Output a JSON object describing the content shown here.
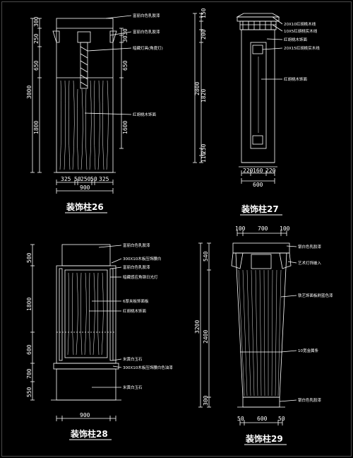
{
  "titles": {
    "p26": "装饰柱26",
    "p27": "装饰柱27",
    "p28": "装饰柱28",
    "p29": "装饰柱29"
  },
  "dims": {
    "p26_left": [
      "300",
      "250",
      "650",
      "3000",
      "1800"
    ],
    "p26_right": [
      "30",
      "30",
      "650",
      "1600"
    ],
    "p26_bottom_segments": [
      "325",
      "50",
      "250",
      "50",
      "325"
    ],
    "p26_bottom_total": "900",
    "p27_left": [
      "150",
      "200",
      "2800",
      "1820",
      "250",
      "110"
    ],
    "p27_bottom_segments": [
      "220",
      "160",
      "220"
    ],
    "p27_bottom_total": "600",
    "p28_left": [
      "500",
      "1800",
      "600",
      "700",
      "550"
    ],
    "p28_bottom_total": "900",
    "p29_top": [
      "100",
      "700",
      "100"
    ],
    "p29_left": [
      "540",
      "3200",
      "2400",
      "300"
    ],
    "p29_bottom": [
      "50",
      "600",
      "50"
    ]
  },
  "notes": {
    "p26": [
      "富丽白色乳胶漆",
      "富丽白色乳胶漆",
      "暗藏灯具(角度灯)",
      "红胡桃木饰面"
    ],
    "p27": [
      "20X10红胡桃木线",
      "10X5红胡桃实木线",
      "红胡桃木饰面",
      "20X15红胡桃实木线",
      "红胡桃木饰面"
    ],
    "p28": [
      "富丽白色乳胶漆",
      "300X10木板压饰腰白",
      "富丽白色乳胶漆",
      "暗藏感应角钢日光灯",
      "6厚夹板饰面板",
      "红胡桃木饰面",
      "米黄白玉石",
      "300X10木板压饰腰白色油漆",
      "米黄白玉石"
    ],
    "p29": [
      "银白色乳胶漆",
      "艺术灯饰嵌入",
      "铁艺饰面板刷蓝色漆",
      "10宽金属条",
      "银白色乳胶漆"
    ]
  }
}
